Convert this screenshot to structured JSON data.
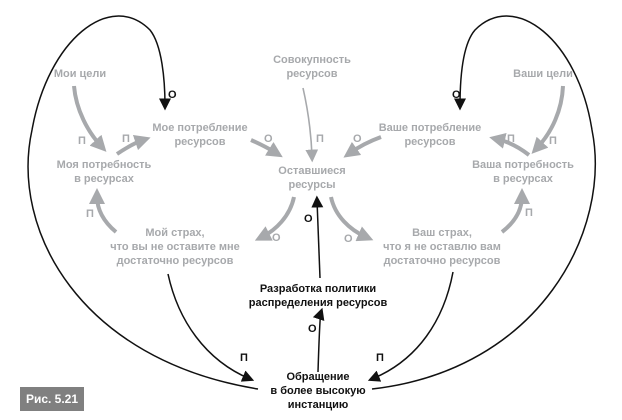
{
  "nodes": {
    "my_goals": [
      "Мои цели"
    ],
    "my_consumption": [
      "Мое потребление",
      "ресурсов"
    ],
    "my_need": [
      "Моя потребность",
      "в ресурсах"
    ],
    "total_resources": [
      "Совокупность",
      "ресурсов"
    ],
    "remaining": [
      "Оставшиеся",
      "ресурсы"
    ],
    "my_fear": [
      "Мой страх,",
      "что вы не оставите мне",
      "достаточно ресурсов"
    ],
    "your_consumption": [
      "Ваше потребление",
      "ресурсов"
    ],
    "your_goals": [
      "Ваши цели"
    ],
    "your_need": [
      "Ваша потребность",
      "в ресурсах"
    ],
    "your_fear": [
      "Ваш страх,",
      "что я не оставлю вам",
      "достаточно ресурсов"
    ],
    "policy": [
      "Разработка политики",
      "распределения ресурсов"
    ],
    "escalation": [
      "Обращение",
      "в более высокую",
      "инстанцию"
    ]
  },
  "signs": {
    "same": "П",
    "opposite": "О"
  },
  "caption": "Рис. 5.21",
  "colors": {
    "grey": "#a7a9ac",
    "black": "#111111",
    "caption_bg": "#808080"
  }
}
